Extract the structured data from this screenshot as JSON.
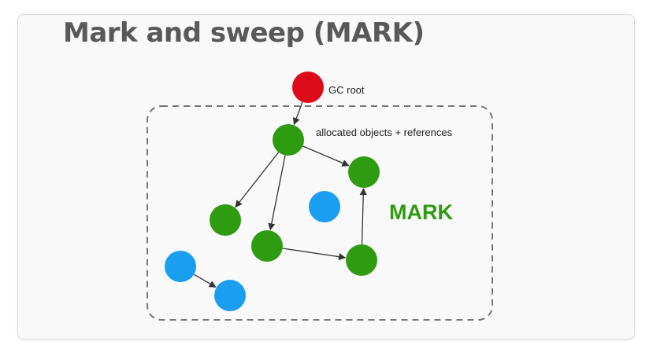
{
  "slide": {
    "title": "Mark and sweep (MARK)"
  },
  "diagram": {
    "labels": {
      "gc_root": "GC root",
      "allocated": "allocated objects + references",
      "phase": "MARK"
    },
    "colors": {
      "root": "#dd0a1a",
      "marked": "#2e9b10",
      "unmarked": "#1a9ef0",
      "edge": "#333333",
      "boundary": "#777777",
      "phase_text": "#2e9b10"
    },
    "nodes": [
      {
        "id": "gc-root",
        "kind": "root"
      },
      {
        "id": "obj-a",
        "kind": "marked"
      },
      {
        "id": "obj-b",
        "kind": "marked"
      },
      {
        "id": "obj-c",
        "kind": "marked"
      },
      {
        "id": "obj-d",
        "kind": "marked"
      },
      {
        "id": "obj-e",
        "kind": "marked"
      },
      {
        "id": "obj-f",
        "kind": "unmarked"
      },
      {
        "id": "obj-g",
        "kind": "unmarked"
      },
      {
        "id": "obj-h",
        "kind": "unmarked"
      }
    ],
    "edges": [
      {
        "from": "gc-root",
        "to": "obj-a"
      },
      {
        "from": "obj-a",
        "to": "obj-b"
      },
      {
        "from": "obj-a",
        "to": "obj-c"
      },
      {
        "from": "obj-a",
        "to": "obj-d"
      },
      {
        "from": "obj-d",
        "to": "obj-e"
      },
      {
        "from": "obj-e",
        "to": "obj-b"
      },
      {
        "from": "obj-g",
        "to": "obj-h"
      }
    ]
  }
}
